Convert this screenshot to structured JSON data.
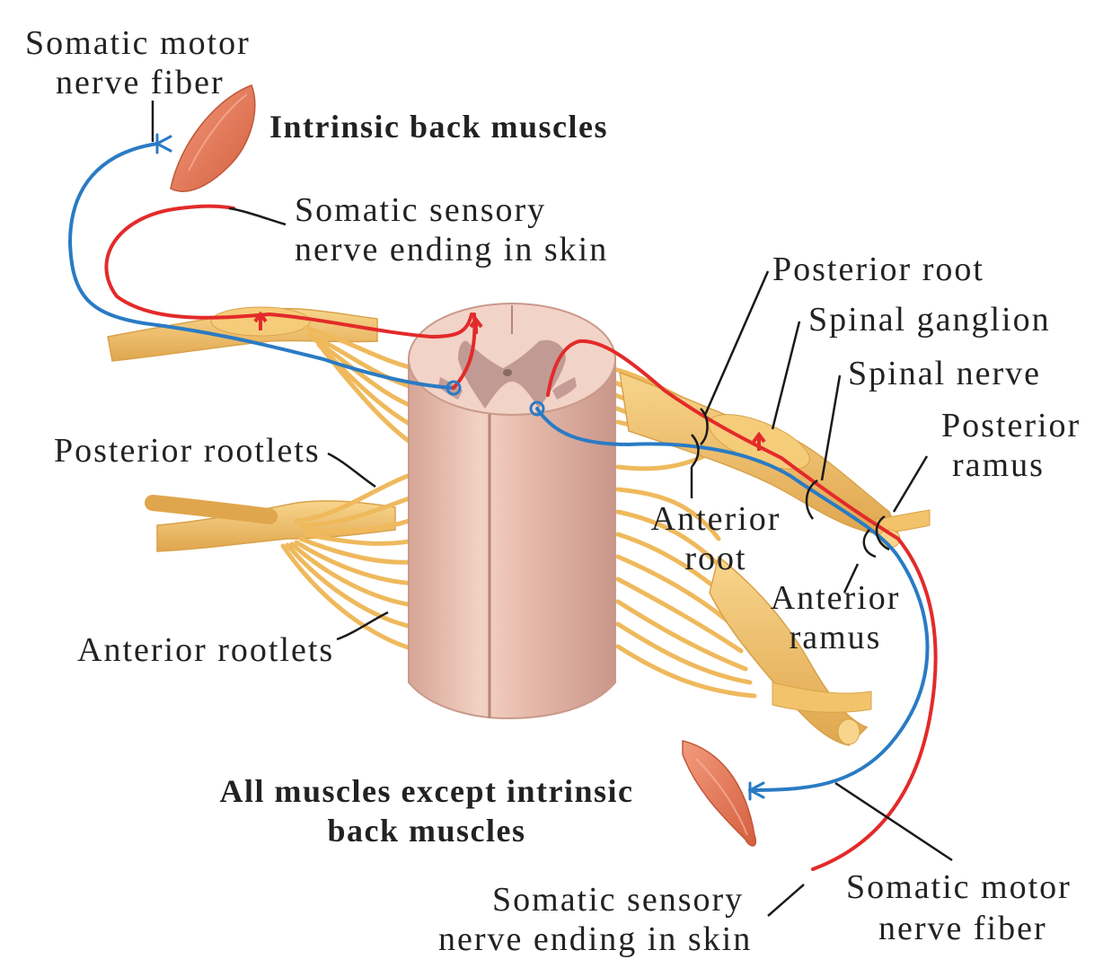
{
  "labels": {
    "somatic_motor_top_1": "Somatic motor",
    "somatic_motor_top_2": "nerve fiber",
    "intrinsic_back_muscles": "Intrinsic back muscles",
    "somatic_sensory_top_1": "Somatic sensory",
    "somatic_sensory_top_2": "nerve ending in skin",
    "posterior_root": "Posterior root",
    "spinal_ganglion": "Spinal ganglion",
    "spinal_nerve": "Spinal nerve",
    "posterior_ramus_1": "Posterior",
    "posterior_ramus_2": "ramus",
    "posterior_rootlets": "Posterior rootlets",
    "anterior_root_1": "Anterior",
    "anterior_root_2": "root",
    "anterior_ramus_1": "Anterior",
    "anterior_ramus_2": "ramus",
    "anterior_rootlets": "Anterior rootlets",
    "all_muscles_1": "All muscles except intrinsic",
    "all_muscles_2": "back muscles",
    "somatic_sensory_bottom_1": "Somatic sensory",
    "somatic_sensory_bottom_2": "nerve ending in skin",
    "somatic_motor_bottom_1": "Somatic motor",
    "somatic_motor_bottom_2": "nerve fiber"
  },
  "colors": {
    "nerve": "#F2C36B",
    "nerve_dark": "#D9A24A",
    "cord": "#EBC2B4",
    "cord_dark": "#C99A8A",
    "grey_matter": "#B9908A",
    "sensory_fiber": "#E32A2A",
    "motor_fiber": "#2A7BC4",
    "muscle": "#E98062",
    "leader": "#1a1a1a"
  }
}
